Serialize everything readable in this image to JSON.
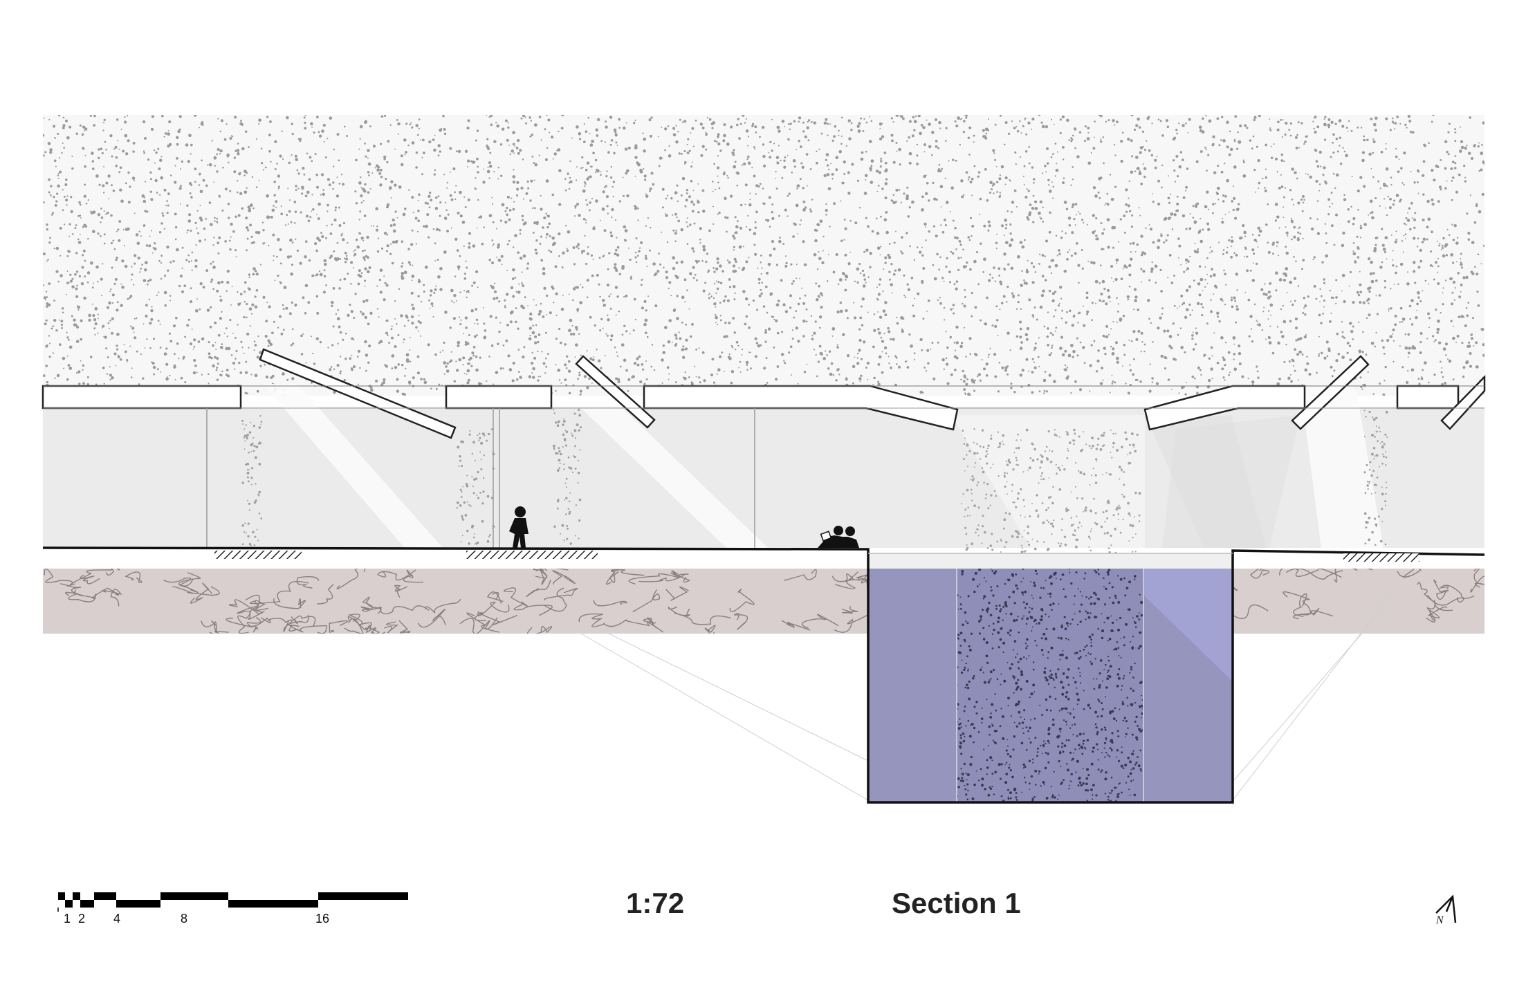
{
  "drawing": {
    "scale_ratio": "1:72",
    "title": "Section 1",
    "scale_bar_labels": [
      "1",
      "2",
      "4",
      "8",
      "16"
    ],
    "north_label": "N"
  },
  "colors": {
    "sky_stipple_bg": "#f7f7f7",
    "interior": "#ebebeb",
    "soil": "#d9cfcf",
    "soil_lines": "#8a7f7f",
    "water": "#9595be",
    "water_light": "#a3a3d3",
    "outline": "#111111"
  },
  "icons": [
    "walking-person-icon",
    "seated-people-icon",
    "north-arrow-icon"
  ]
}
